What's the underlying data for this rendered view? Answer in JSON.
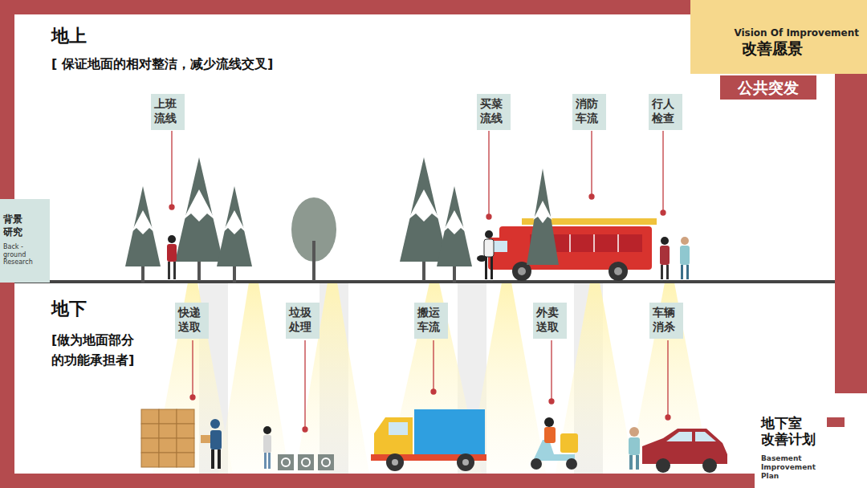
{
  "diagram": {
    "nodes": [
      {
        "text": [
          "Vision Of Improvement",
          "改善愿景"
        ]
      },
      {
        "text": [
          "公共突发"
        ]
      },
      {
        "text": [
          "上班 流线"
        ]
      },
      {
        "text": [
          "买菜 流线"
        ]
      },
      {
        "text": [
          "消防 车流"
        ]
      },
      {
        "text": [
          "行人 检查"
        ]
      },
      {
        "text": [
          "背景 研究",
          "Back -ground Research"
        ]
      },
      {
        "text": [
          "快递 送取"
        ]
      },
      {
        "text": [
          "垃圾 处理"
        ]
      },
      {
        "text": [
          "搬运 车流"
        ]
      },
      {
        "text": [
          "外卖 送取"
        ]
      },
      {
        "text": [
          "车辆 消杀"
        ]
      }
    ],
    "labels": [
      "地上",
      "[ 保证地面的相对整洁，减少流线交叉]",
      "地下",
      "[做为地面部分 的功能承担者]",
      "地下室 改善计划",
      "Basement Improvement Plan"
    ]
  }
}
